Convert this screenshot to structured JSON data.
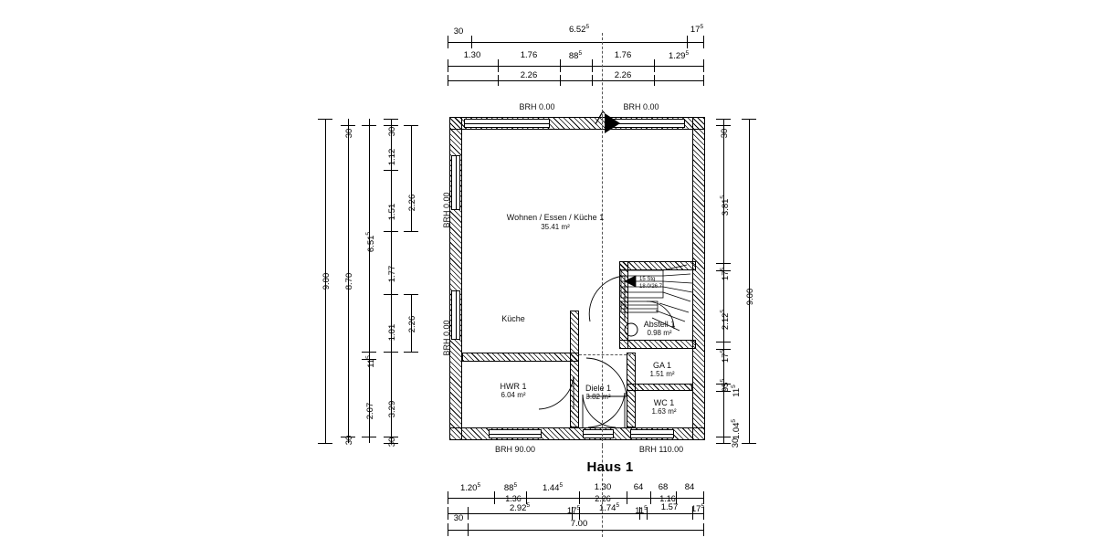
{
  "plan": {
    "title": "Haus 1",
    "drawing_type": "floor-plan"
  },
  "rooms": [
    {
      "name": "Wohnen / Essen / Küche 1",
      "area": "35.41 m²"
    },
    {
      "name": "Küche",
      "area": ""
    },
    {
      "name": "Abstell 1",
      "area": "0.98 m²"
    },
    {
      "name": "HWR 1",
      "area": "6.04 m²"
    },
    {
      "name": "Diele 1",
      "area": "3.82 m²"
    },
    {
      "name": "GA 1",
      "area": "1.51 m²"
    },
    {
      "name": "WC 1",
      "area": "1.63 m²"
    }
  ],
  "stair": {
    "count_label": "15 Stg",
    "riser_label": "18.0/26.7"
  },
  "brh_labels": {
    "top_left": "BRH 0.00",
    "top_right": "BRH 0.00",
    "left_upper": "BRH 0.00",
    "left_lower": "BRH 0.00",
    "bottom_left": "BRH 90.00",
    "bottom_right": "BRH 110.00"
  },
  "dimensions": {
    "top": {
      "row1": [
        {
          "v": "30",
          "sup": ""
        },
        {
          "v": "6.52",
          "sup": "5"
        },
        {
          "v": "17",
          "sup": "5"
        }
      ],
      "row2": [
        {
          "v": "1.30",
          "sup": ""
        },
        {
          "v": "1.76",
          "sup": ""
        },
        {
          "v": "88",
          "sup": "5"
        },
        {
          "v": "1.76",
          "sup": ""
        },
        {
          "v": "1.29",
          "sup": "5"
        }
      ],
      "row3": [
        {
          "v": "2.26",
          "sup": ""
        },
        {
          "v": "2.26",
          "sup": ""
        }
      ]
    },
    "left": {
      "col_outer": [
        {
          "v": "9.00",
          "sup": ""
        }
      ],
      "col_mid": [
        {
          "v": "30",
          "sup": ""
        },
        {
          "v": "8.70",
          "sup": ""
        },
        {
          "v": "30",
          "sup": ""
        }
      ],
      "col_inner": [
        {
          "v": "6.51",
          "sup": "5"
        },
        {
          "v": "11",
          "sup": "5"
        },
        {
          "v": "2.07",
          "sup": ""
        }
      ],
      "col_chain": [
        {
          "v": "30",
          "sup": ""
        },
        {
          "v": "1.12",
          "sup": ""
        },
        {
          "v": "1.51",
          "sup": ""
        },
        {
          "v": "1.77",
          "sup": ""
        },
        {
          "v": "1.01",
          "sup": ""
        },
        {
          "v": "3.29",
          "sup": ""
        },
        {
          "v": "30",
          "sup": ""
        }
      ],
      "col_group": [
        {
          "v": "2.26",
          "sup": ""
        },
        {
          "v": "2.26",
          "sup": ""
        }
      ]
    },
    "right": {
      "chain": [
        {
          "v": "30",
          "sup": ""
        },
        {
          "v": "3.81",
          "sup": "5"
        },
        {
          "v": "17",
          "sup": "5"
        },
        {
          "v": "2.12",
          "sup": "5"
        },
        {
          "v": "17",
          "sup": "5"
        },
        {
          "v": "95",
          "sup": "5"
        },
        {
          "v": "11",
          "sup": "5"
        },
        {
          "v": "1.04",
          "sup": "5"
        },
        {
          "v": "30",
          "sup": ""
        }
      ],
      "total": {
        "v": "9.00",
        "sup": ""
      }
    },
    "bottom": {
      "row1": [
        {
          "v": "1.20",
          "sup": "5"
        },
        {
          "v": "88",
          "sup": "5"
        },
        {
          "v": "1.44",
          "sup": "5"
        },
        {
          "v": "1.30",
          "sup": ""
        },
        {
          "v": "64",
          "sup": ""
        },
        {
          "v": "68",
          "sup": ""
        },
        {
          "v": "84",
          "sup": ""
        }
      ],
      "row2": [
        {
          "v": "1.36",
          "sup": ""
        },
        {
          "v": "2.26",
          "sup": ""
        },
        {
          "v": "1.16",
          "sup": ""
        }
      ],
      "row3": [
        {
          "v": "2.92",
          "sup": "5"
        },
        {
          "v": "17",
          "sup": "5"
        },
        {
          "v": "1.74",
          "sup": "5"
        },
        {
          "v": "11",
          "sup": "5"
        },
        {
          "v": "1.57",
          "sup": ""
        },
        {
          "v": "17",
          "sup": "5"
        }
      ],
      "row4": [
        {
          "v": "30",
          "sup": ""
        },
        {
          "v": "7.00",
          "sup": ""
        }
      ]
    }
  }
}
